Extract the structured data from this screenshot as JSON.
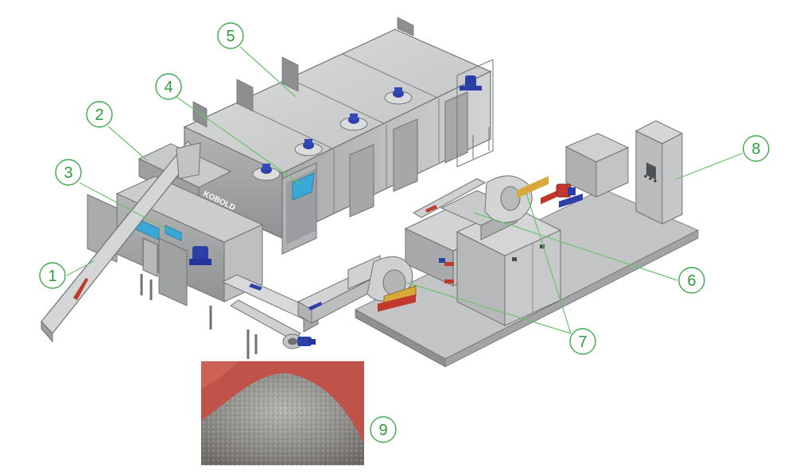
{
  "diagram": {
    "callouts": [
      {
        "id": "1",
        "label": "1"
      },
      {
        "id": "2",
        "label": "2"
      },
      {
        "id": "3",
        "label": "3"
      },
      {
        "id": "4",
        "label": "4"
      },
      {
        "id": "5",
        "label": "5"
      },
      {
        "id": "6",
        "label": "6"
      },
      {
        "id": "7",
        "label": "7"
      },
      {
        "id": "8",
        "label": "8"
      },
      {
        "id": "9",
        "label": "9"
      }
    ],
    "nameplate_text": "KOBOLD",
    "colors": {
      "callout": "#3aa84a",
      "machine_body": "#c9cacb",
      "machine_dark": "#8e9092",
      "motor_blue": "#2b3fa6",
      "water_blue": "#39a8d6",
      "arrow_red": "#c0392b",
      "floor_plate": "#b9babb"
    }
  }
}
